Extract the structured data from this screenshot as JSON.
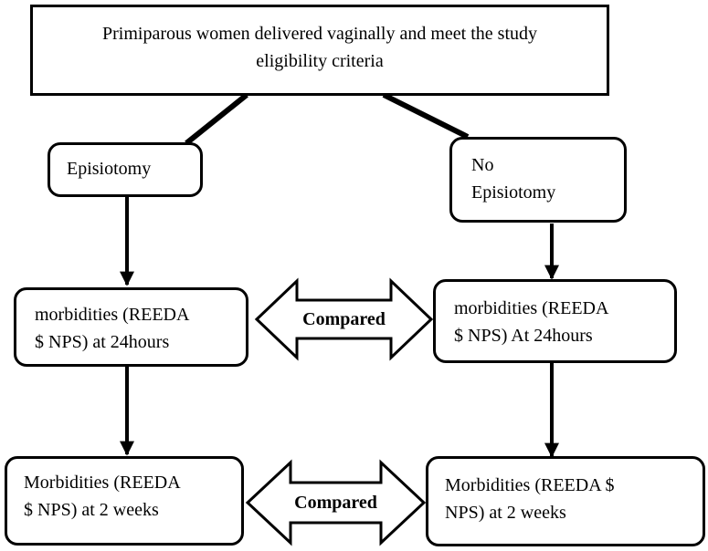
{
  "nodes": {
    "top": {
      "line1": "Primiparous women delivered vaginally and meet the study",
      "line2": "eligibility criteria"
    },
    "left_branch": {
      "line1": "Episiotomy"
    },
    "right_branch": {
      "line1": "No",
      "line2": "Episiotomy"
    },
    "left_24h": {
      "line1": "morbidities (REEDA",
      "line2": "$ NPS) at 24hours"
    },
    "right_24h": {
      "line1": "morbidities (REEDA",
      "line2": "$ NPS) At 24hours"
    },
    "left_2w": {
      "line1": "Morbidities (REEDA",
      "line2": "$ NPS) at 2 weeks"
    },
    "right_2w": {
      "line1": "Morbidities (REEDA $",
      "line2": "NPS) at 2 weeks"
    }
  },
  "comparisons": {
    "at_24h": "Compared",
    "at_2w": "Compared"
  },
  "colors": {
    "stroke": "#000000",
    "fill": "#ffffff"
  }
}
